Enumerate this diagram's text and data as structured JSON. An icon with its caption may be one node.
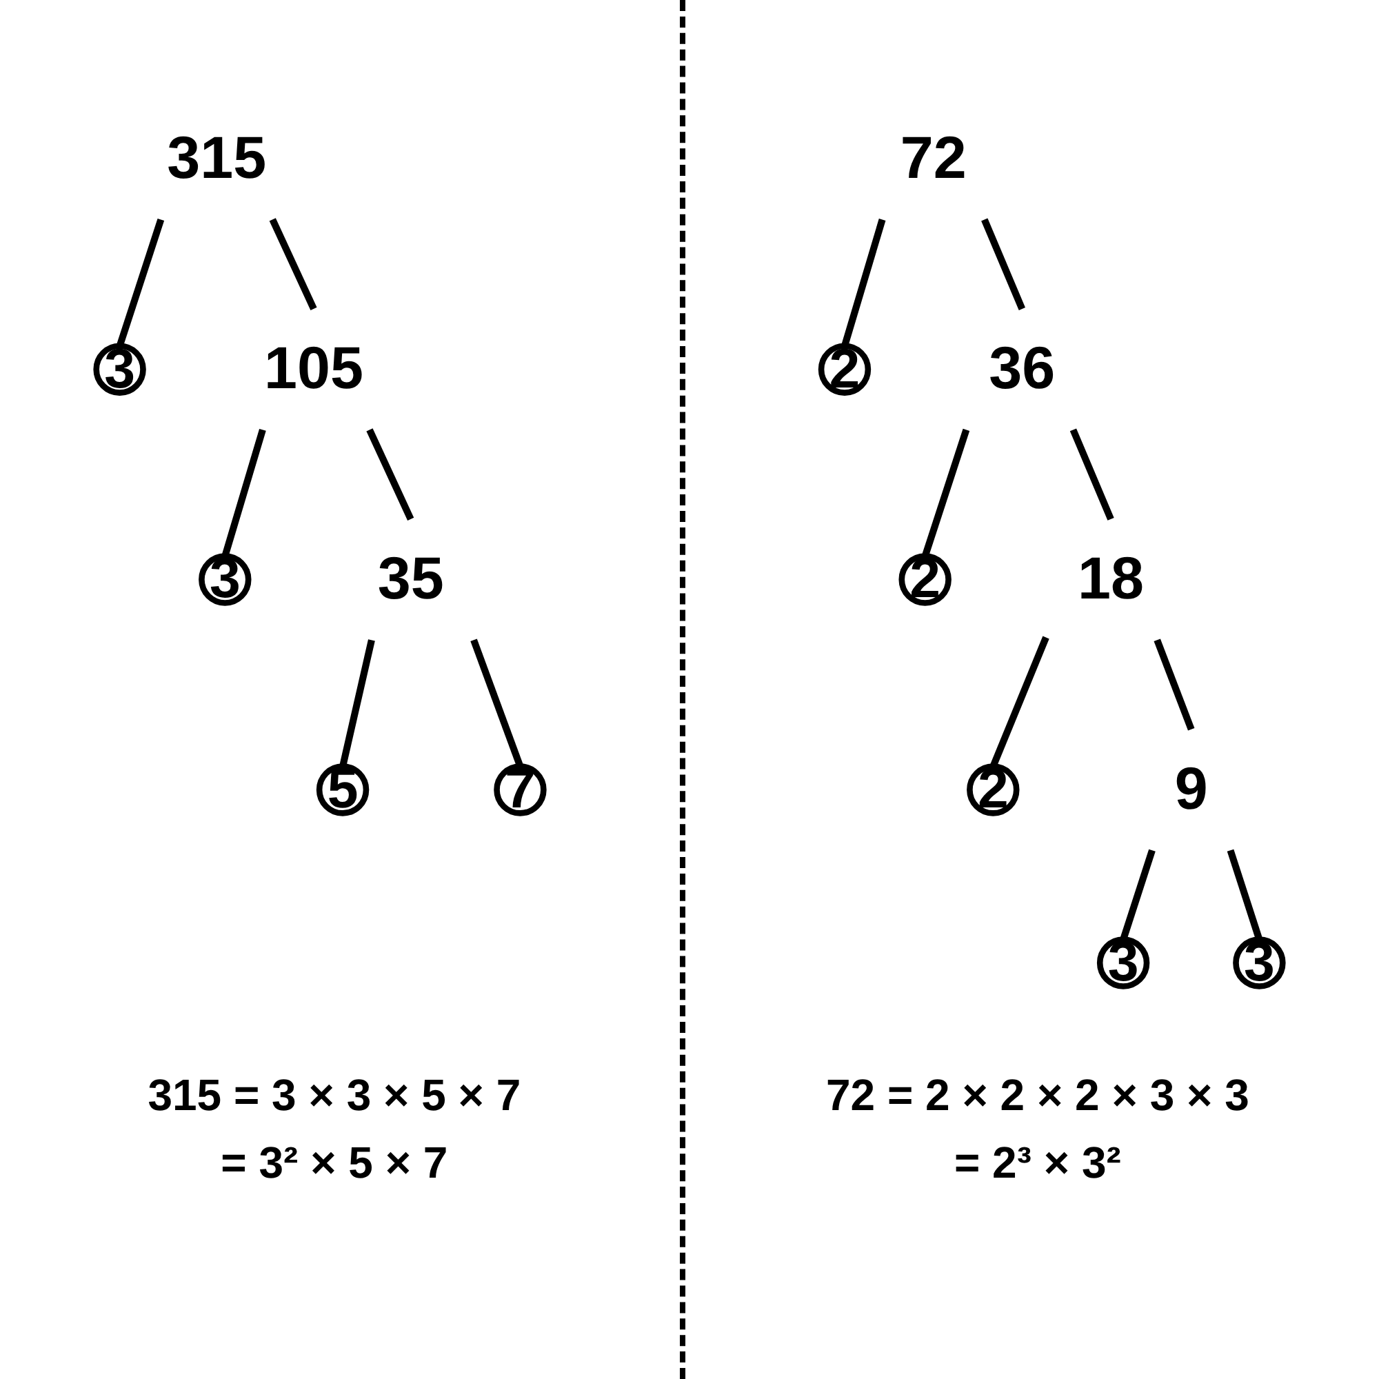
{
  "diagram": {
    "nodes": [
      {
        "text": [
          "315"
        ]
      },
      {
        "text": [
          "3"
        ]
      },
      {
        "text": [
          "105"
        ]
      },
      {
        "text": [
          "3"
        ]
      },
      {
        "text": [
          "35"
        ]
      },
      {
        "text": [
          "5"
        ]
      },
      {
        "text": [
          "7"
        ]
      },
      {
        "text": [
          "72"
        ]
      },
      {
        "text": [
          "2"
        ]
      },
      {
        "text": [
          "36"
        ]
      },
      {
        "text": [
          "2"
        ]
      },
      {
        "text": [
          "18"
        ]
      },
      {
        "text": [
          "2"
        ]
      },
      {
        "text": [
          "9"
        ]
      },
      {
        "text": [
          "3"
        ]
      },
      {
        "text": [
          "3"
        ]
      }
    ],
    "edges": [
      {
        "from": 0,
        "to": 1,
        "arrow": "none"
      },
      {
        "from": 0,
        "to": 2,
        "arrow": "none"
      },
      {
        "from": 2,
        "to": 3,
        "arrow": "none"
      },
      {
        "from": 2,
        "to": 4,
        "arrow": "none"
      },
      {
        "from": 4,
        "to": 5,
        "arrow": "none"
      },
      {
        "from": 4,
        "to": 6,
        "arrow": "none"
      },
      {
        "from": 7,
        "to": 8,
        "arrow": "none"
      },
      {
        "from": 7,
        "to": 9,
        "arrow": "none"
      },
      {
        "from": 9,
        "to": 10,
        "arrow": "none"
      },
      {
        "from": 9,
        "to": 11,
        "arrow": "none"
      },
      {
        "from": 11,
        "to": 12,
        "arrow": "none"
      },
      {
        "from": 11,
        "to": 13,
        "arrow": "none"
      },
      {
        "from": 13,
        "to": 14,
        "arrow": "none"
      },
      {
        "from": 13,
        "to": 15,
        "arrow": "none"
      }
    ],
    "labels": [
      "315 = 3 × 3 × 5 × 7",
      "= 3² × 5 × 7",
      "72 = 2 × 2 × 2 × 3 × 3",
      "= 2³ × 3²"
    ]
  }
}
